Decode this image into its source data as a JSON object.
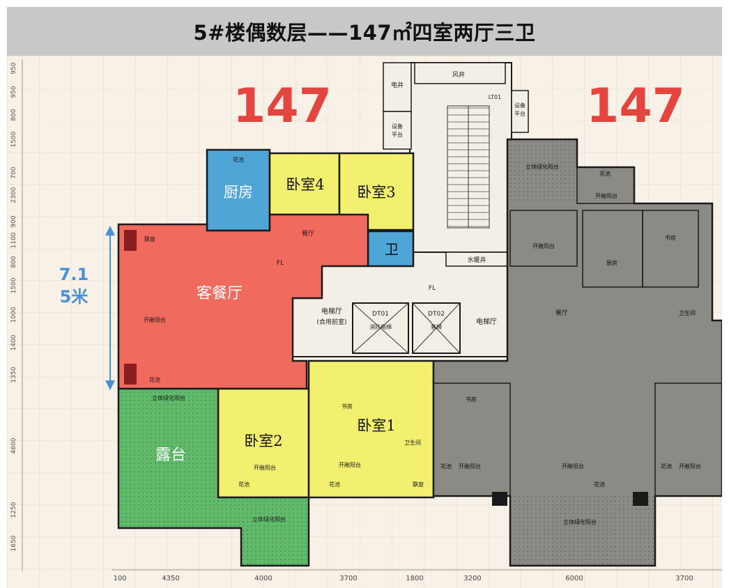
{
  "title": "5#楼偶数层——147㎡四室两厅三卫",
  "unit_numbers": {
    "left": "147",
    "right": "147"
  },
  "rooms": {
    "kitchen": "厨房",
    "bedroom4": "卧室4",
    "bedroom3": "卧室3",
    "bathroom": "卫",
    "living_dining": "客餐厅",
    "bedroom2": "卧室2",
    "bedroom1": "卧室1",
    "terrace": "露台"
  },
  "dimension_note": {
    "line1": "7.1",
    "line2": "5米"
  },
  "small_labels": {
    "electric_well": "电井",
    "equipment_platform_1": "设备",
    "equipment_platform_2": "平台",
    "air_shaft": "风井",
    "stair_lt": "LT01",
    "equipment_platform_r1": "设备",
    "equipment_platform_r2": "平台",
    "elevator_hall_1": "电梯厅",
    "elevator_hall_2": "(合用前室)",
    "elevator_hall_right": "电梯厅",
    "dt01": "DT01",
    "dt01_desc": "消防电梯",
    "dt02": "DT02",
    "dt02_desc": "客梯",
    "water_pipe_well": "水暖井",
    "dining": "餐厅",
    "fl_1": "FL",
    "fl_2": "FL",
    "flower_pool": "花池",
    "bay_window": "飘窗",
    "open_balcony": "开敞阳台",
    "study": "书房",
    "toilet": "卫生间",
    "green_balcony": "立体绿化阳台",
    "kitchen_small": "厨房"
  },
  "left_dimensions": [
    "950",
    "950",
    "800",
    "1500",
    "700",
    "2300",
    "900",
    "1100",
    "800",
    "1500",
    "1000",
    "1400",
    "1350",
    "4600",
    "1250",
    "1650"
  ],
  "bottom_dimensions": [
    "100",
    "4350",
    "4000",
    "3700",
    "1800",
    "3200",
    "6000",
    "3700"
  ],
  "colors": {
    "title_bg": "#c8c8c8",
    "living": "#f16a5e",
    "yellow": "#f3f070",
    "blue": "#4fa5d6",
    "green": "#5fba6a",
    "gray_unit": "#8c8a84",
    "wall": "#1a1a1a",
    "unit_number": "#e4453f",
    "dimension_arrow": "#4a90d9"
  }
}
